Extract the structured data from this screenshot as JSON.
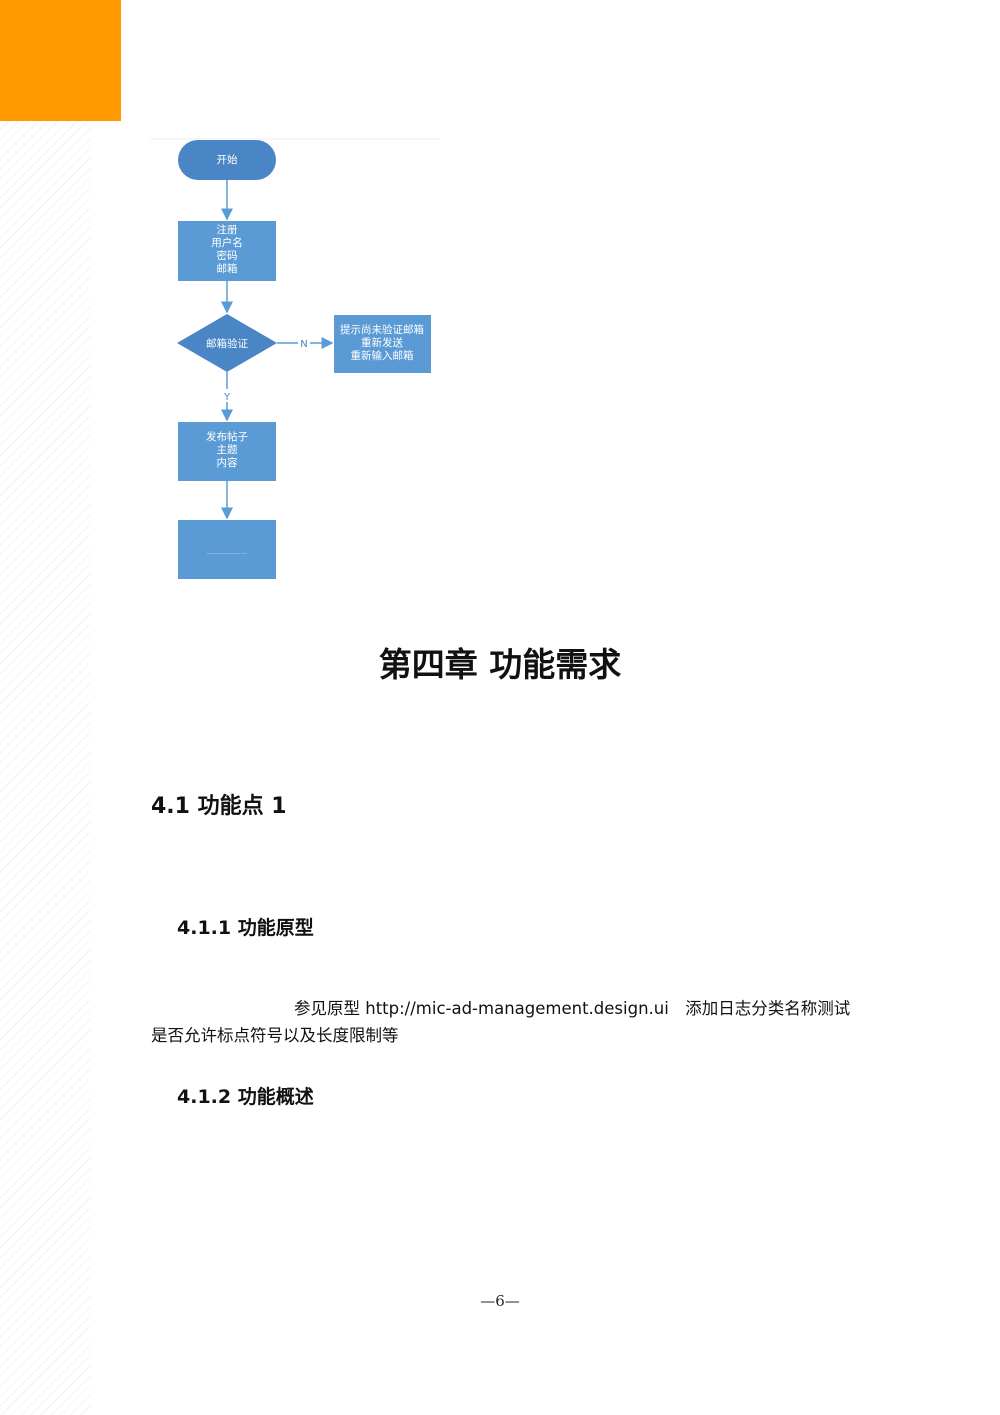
{
  "flowchart": {
    "start": "开始",
    "register": [
      "注册",
      "用户名",
      "密码",
      "邮箱"
    ],
    "decision": "邮箱验证",
    "no_label": "N",
    "yes_label": "Y",
    "no_branch": [
      "提示尚未验证邮箱",
      "重新发送",
      "重新输入邮箱"
    ],
    "post": [
      "发布帖子",
      "主题",
      "内容"
    ],
    "last": "……………………"
  },
  "chapter_title": "第四章  功能需求",
  "section_title": "4.1  功能点 1",
  "subsection_1": "4.1.1 功能原型",
  "paragraph": {
    "line1": "参见原型 http://mic-ad-management.design.ui　添加日志分类名称测试",
    "line2": "是否允许标点符号以及长度限制等"
  },
  "subsection_2": "4.1.2  功能概述",
  "page_number": "—6—",
  "colors": {
    "accent": "#ff9900",
    "flow_blue": "#5b9bd5",
    "start_blue": "#4a86c5"
  }
}
